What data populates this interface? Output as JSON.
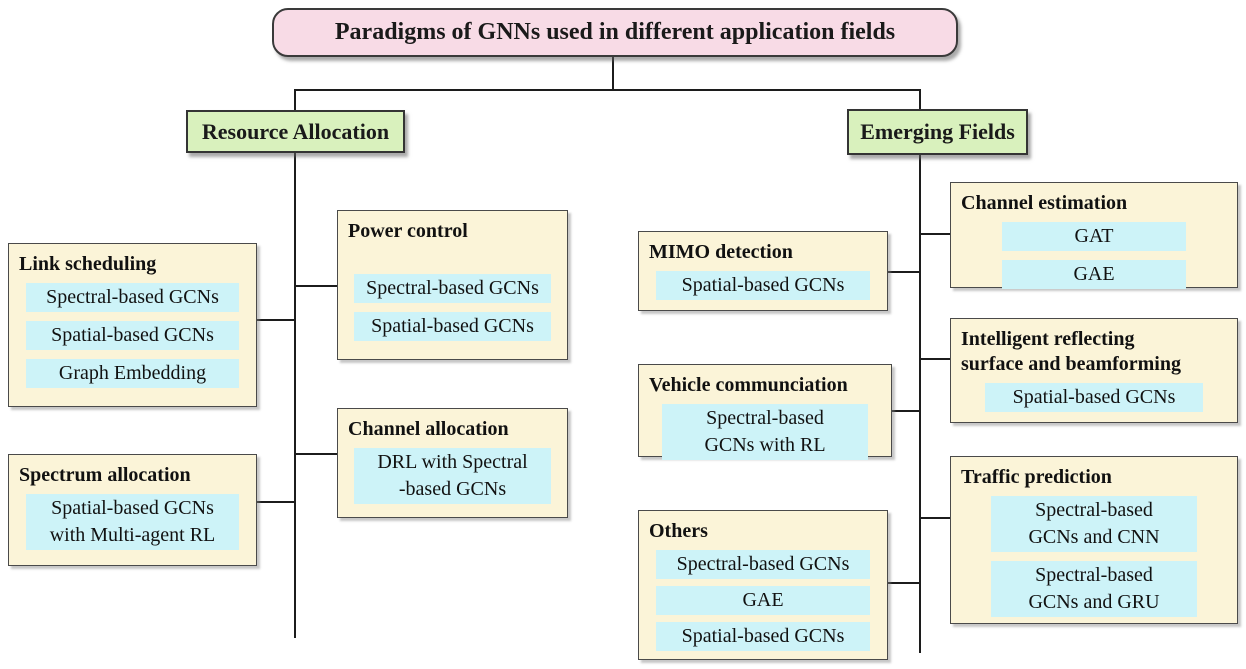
{
  "title": "Paradigms of GNNs used in different application fields",
  "branches": {
    "resource_allocation": {
      "label": "Resource Allocation"
    },
    "emerging_fields": {
      "label": "Emerging Fields"
    }
  },
  "boxes": {
    "link_scheduling": {
      "title": "Link scheduling",
      "chips": [
        "Spectral-based GCNs",
        "Spatial-based GCNs",
        "Graph Embedding"
      ]
    },
    "spectrum_allocation": {
      "title": "Spectrum allocation",
      "chips": [
        "Spatial-based GCNs\nwith Multi-agent RL"
      ]
    },
    "power_control": {
      "title": "Power control",
      "chips": [
        "Spectral-based GCNs",
        "Spatial-based GCNs"
      ]
    },
    "channel_allocation": {
      "title": "Channel allocation",
      "chips": [
        "DRL with Spectral\n-based GCNs"
      ]
    },
    "mimo_detection": {
      "title": "MIMO detection",
      "chips": [
        "Spatial-based GCNs"
      ]
    },
    "vehicle_communication": {
      "title": "Vehicle communciation",
      "chips": [
        "Spectral-based\nGCNs with RL"
      ]
    },
    "others": {
      "title": "Others",
      "chips": [
        "Spectral-based GCNs",
        "GAE",
        "Spatial-based GCNs"
      ]
    },
    "channel_estimation": {
      "title": "Channel estimation",
      "chips": [
        "GAT",
        "GAE"
      ]
    },
    "irs_beamforming": {
      "title": "Intelligent reflecting\nsurface and beamforming",
      "chips": [
        "Spatial-based GCNs"
      ]
    },
    "traffic_prediction": {
      "title": "Traffic prediction",
      "chips": [
        "Spectral-based\nGCNs and CNN",
        "Spectral-based\nGCNs and GRU"
      ]
    }
  },
  "colors": {
    "title_bg": "#f8dbe6",
    "branch_bg": "#d9f1bd",
    "box_bg": "#fbf4d8",
    "chip_bg": "#cdf3f8",
    "border": "#3a3a3a",
    "line": "#1c1c1c"
  }
}
